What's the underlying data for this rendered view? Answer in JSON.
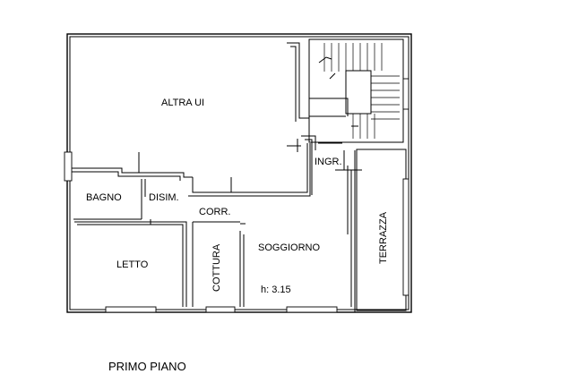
{
  "rooms": {
    "altra_ui": "ALTRA UI",
    "ingr": "INGR.",
    "bagno": "BAGNO",
    "disim": "DISIM.",
    "corr": "CORR.",
    "letto": "LETTO",
    "cottura": "COTTURA",
    "soggiorno": "SOGGIORNO",
    "terrazza": "TERRAZZA"
  },
  "ceiling_height": "h: 3.15",
  "floor_title": "PRIMO PIANO"
}
